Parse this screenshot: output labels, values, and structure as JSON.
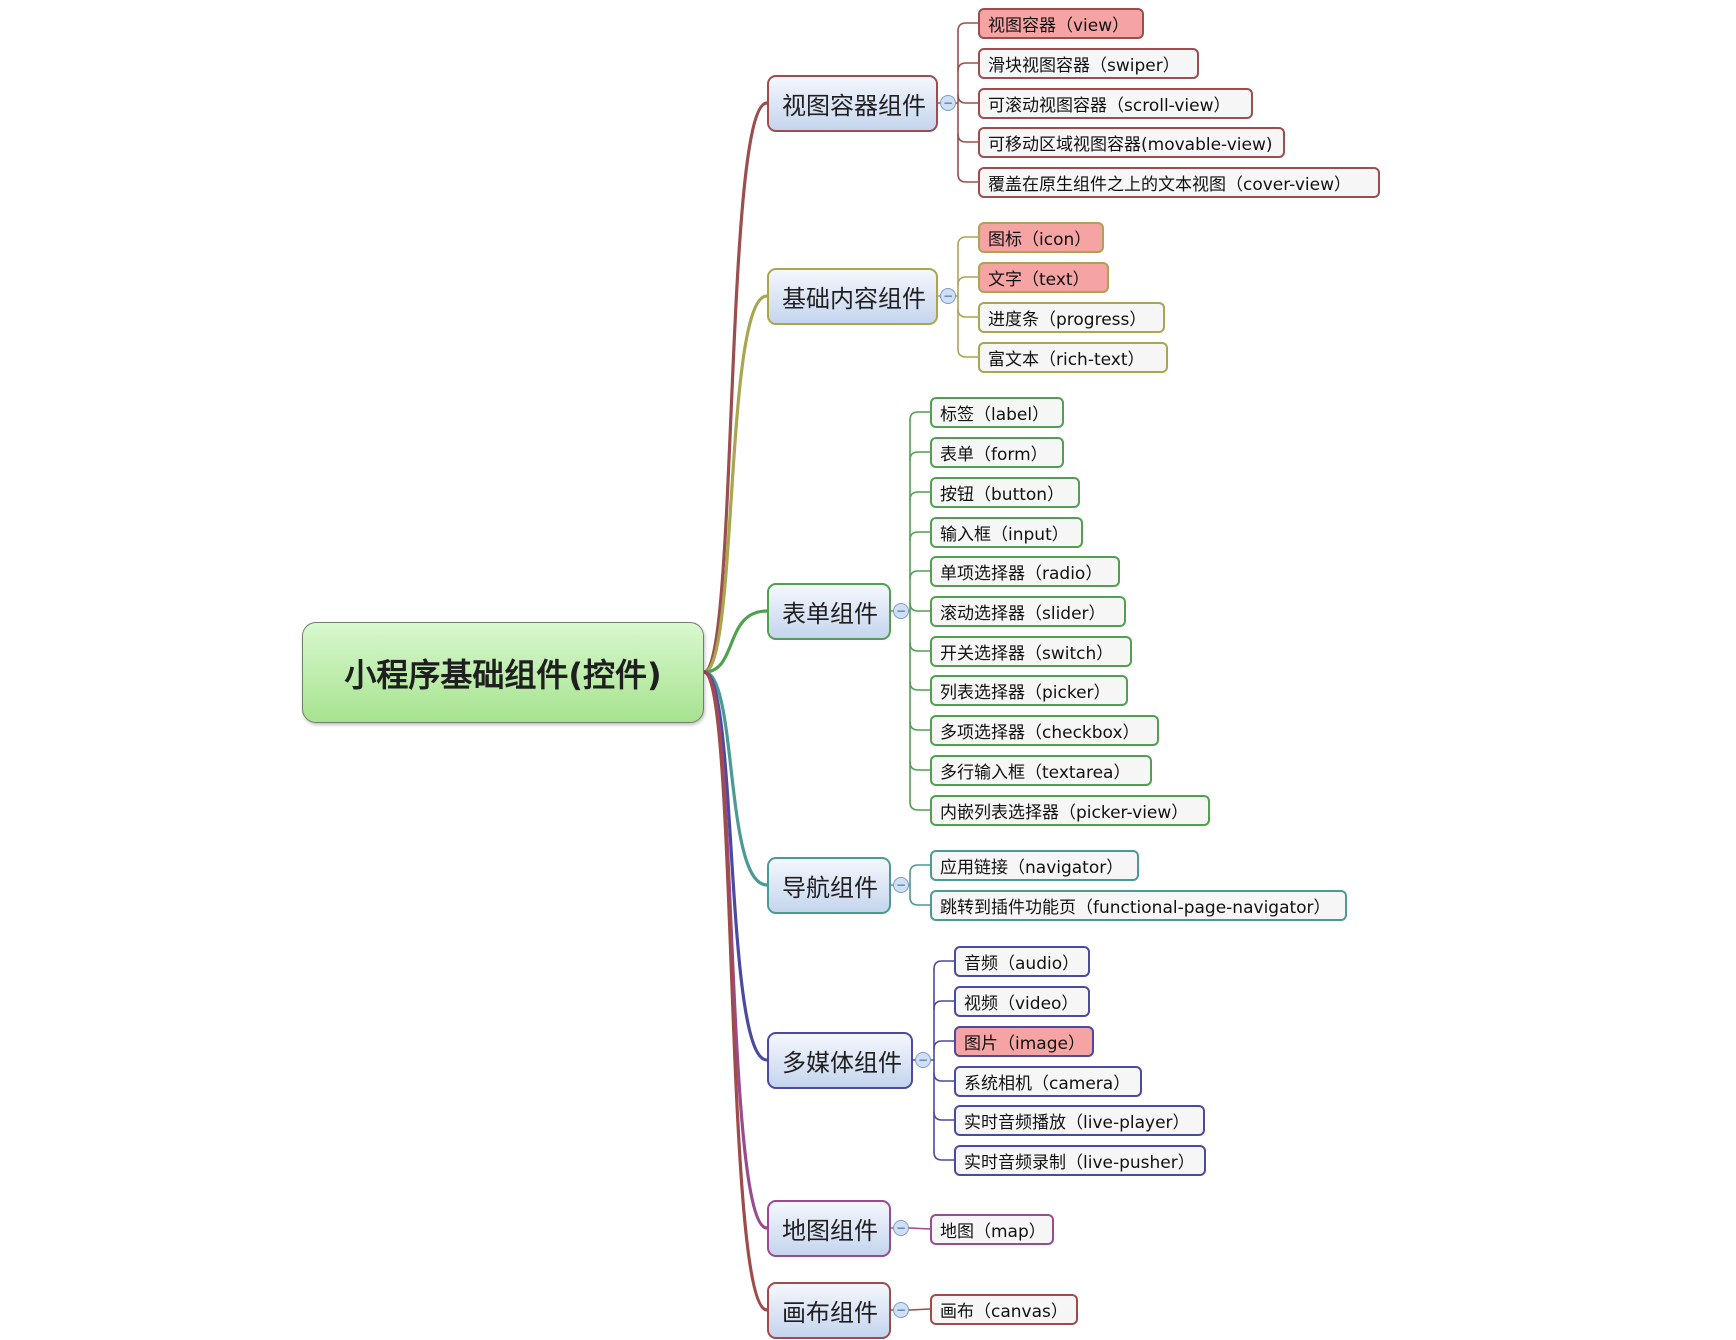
{
  "root": {
    "label": "小程序基础组件(控件)"
  },
  "toggle_symbol": "−",
  "branches": [
    {
      "label": "视图容器组件",
      "color": "#9c4d4d",
      "leaves": [
        {
          "label": "视图容器（view）",
          "highlight": true
        },
        {
          "label": "滑块视图容器（swiper）",
          "highlight": false
        },
        {
          "label": "可滚动视图容器（scroll-view）",
          "highlight": false
        },
        {
          "label": "可移动区域视图容器(movable-view)",
          "highlight": false
        },
        {
          "label": "覆盖在原生组件之上的文本视图（cover-view）",
          "highlight": false
        }
      ]
    },
    {
      "label": "基础内容组件",
      "color": "#a9a64f",
      "leaves": [
        {
          "label": "图标（icon）",
          "highlight": true
        },
        {
          "label": "文字（text）",
          "highlight": true
        },
        {
          "label": "进度条（progress）",
          "highlight": false
        },
        {
          "label": "富文本（rich-text）",
          "highlight": false
        }
      ]
    },
    {
      "label": "表单组件",
      "color": "#4fa04f",
      "leaves": [
        {
          "label": "标签（label）",
          "highlight": false
        },
        {
          "label": "表单（form）",
          "highlight": false
        },
        {
          "label": "按钮（button）",
          "highlight": false
        },
        {
          "label": "输入框（input）",
          "highlight": false
        },
        {
          "label": "单项选择器（radio）",
          "highlight": false
        },
        {
          "label": "滚动选择器（slider）",
          "highlight": false
        },
        {
          "label": "开关选择器（switch）",
          "highlight": false
        },
        {
          "label": "列表选择器（picker）",
          "highlight": false
        },
        {
          "label": "多项选择器（checkbox）",
          "highlight": false
        },
        {
          "label": "多行输入框（textarea）",
          "highlight": false
        },
        {
          "label": "内嵌列表选择器（picker-view）",
          "highlight": false
        }
      ]
    },
    {
      "label": "导航组件",
      "color": "#4c9a94",
      "leaves": [
        {
          "label": "应用链接（navigator）",
          "highlight": false
        },
        {
          "label": "跳转到插件功能页（functional-page-navigator）",
          "highlight": false
        }
      ]
    },
    {
      "label": "多媒体组件",
      "color": "#4a4aa0",
      "leaves": [
        {
          "label": "音频（audio）",
          "highlight": false
        },
        {
          "label": "视频（video）",
          "highlight": false
        },
        {
          "label": "图片（image）",
          "highlight": true
        },
        {
          "label": "系统相机（camera）",
          "highlight": false
        },
        {
          "label": "实时音频播放（live-player）",
          "highlight": false
        },
        {
          "label": "实时音频录制（live-pusher）",
          "highlight": false
        }
      ]
    },
    {
      "label": "地图组件",
      "color": "#9a4a8f",
      "leaves": [
        {
          "label": "地图（map）",
          "highlight": false
        }
      ]
    },
    {
      "label": "画布组件",
      "color": "#a04a4a",
      "leaves": [
        {
          "label": "画布（canvas）",
          "highlight": false
        }
      ]
    }
  ]
}
